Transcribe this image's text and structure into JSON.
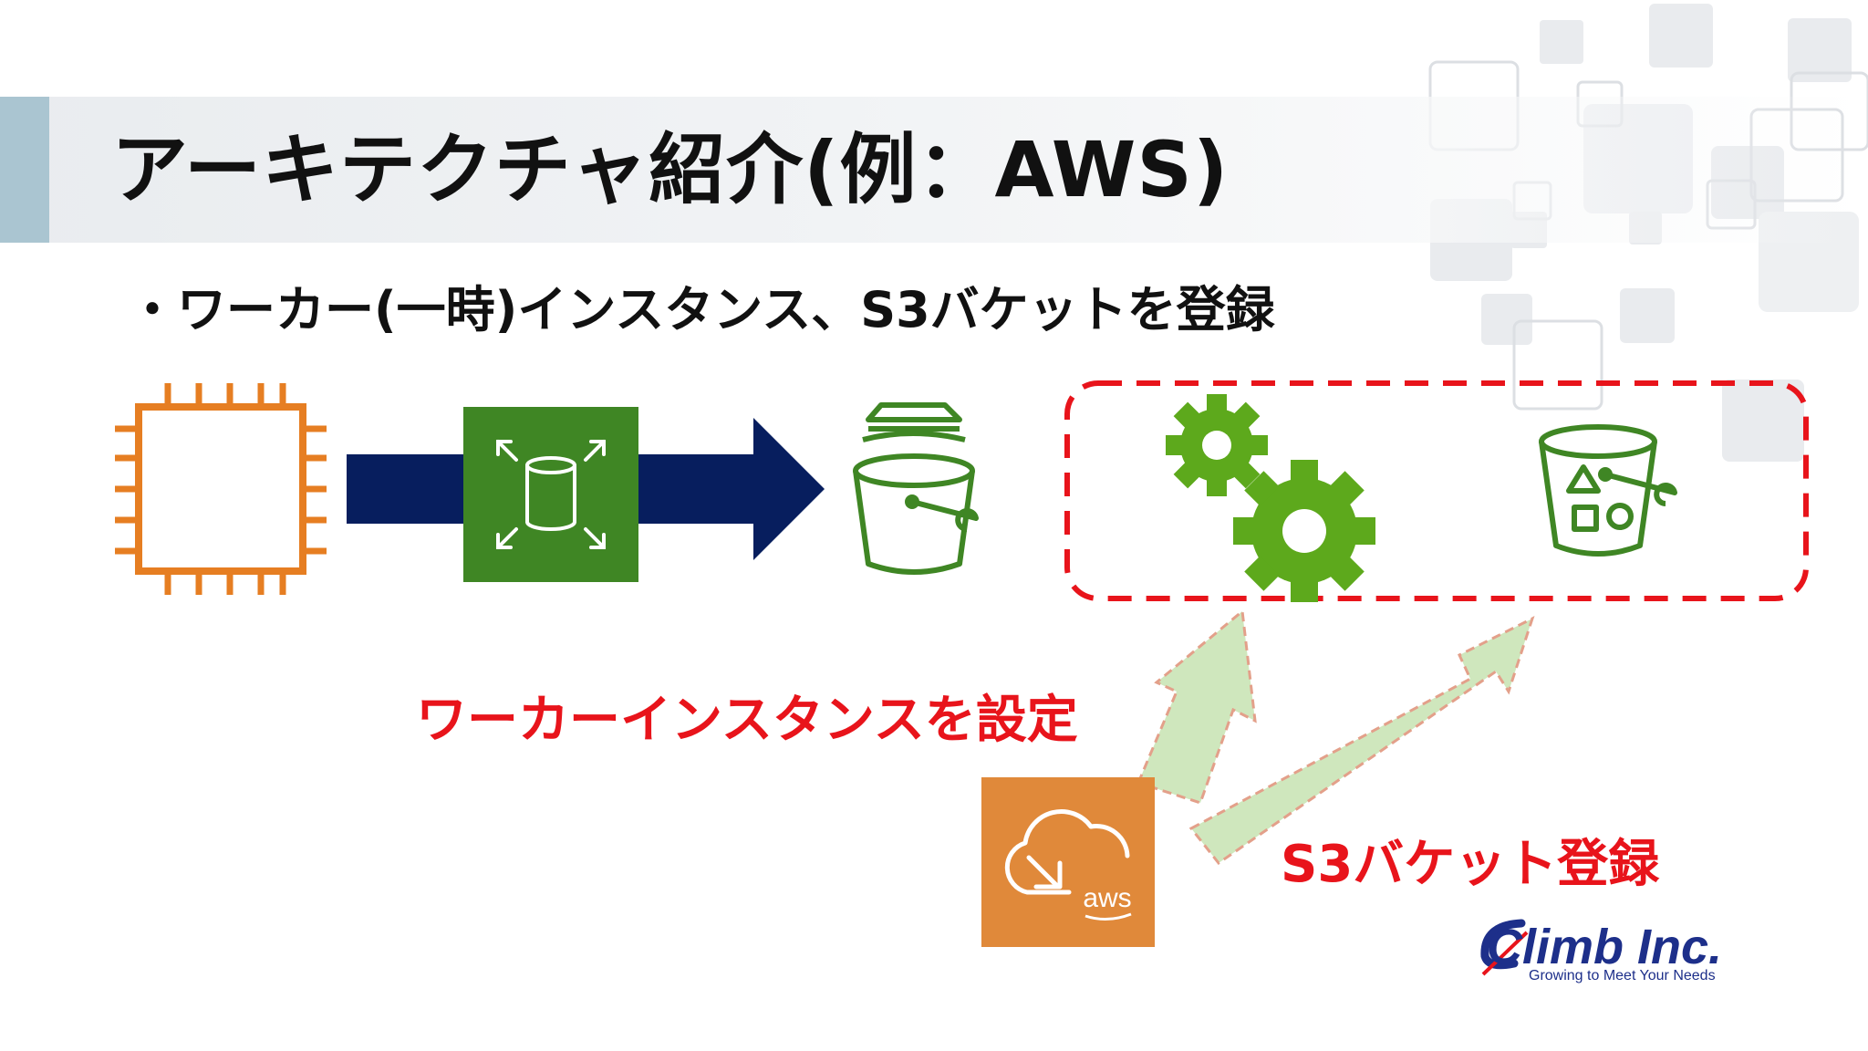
{
  "slide": {
    "title": "アーキテクチャ紹介(例：AWS)",
    "bullet": "・ワーカー(一時)インスタンス、S3バケットを登録"
  },
  "diagram": {
    "worker_label": "ワーカーインスタンスを設定",
    "s3_label": "S3バケット登録",
    "cloudformation_badge": "aws",
    "colors": {
      "ec2_orange": "#e67e22",
      "resize_green": "#3f8624",
      "arrow_navy": "#071e5e",
      "s3_green": "#3f8624",
      "gear_green": "#5da91c",
      "dashed_red": "#e8141b",
      "light_arrow_fill": "#cfe7bd",
      "light_arrow_stroke": "#e3a08a",
      "cloudformation_orange": "#e0893a",
      "label_red": "#e8141b"
    }
  },
  "logo": {
    "name": "Climb Inc.",
    "tagline": "Growing to Meet Your Needs"
  }
}
